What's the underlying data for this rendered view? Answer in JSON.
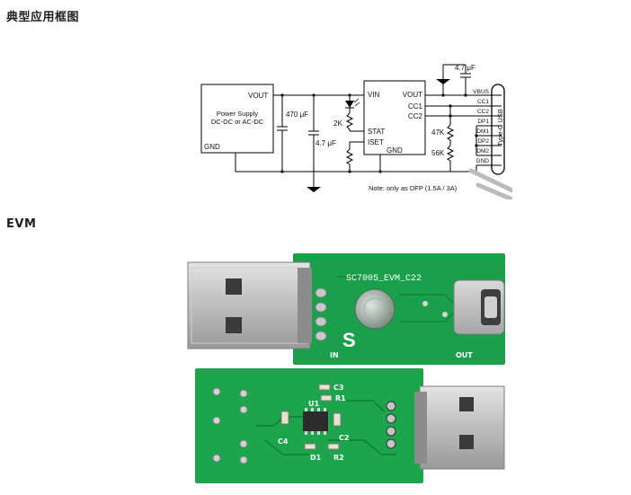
{
  "headings": {
    "block_diagram": "典型应用框图",
    "evm": "EVM"
  },
  "schematic": {
    "power_supply": {
      "line1": "Power Supply",
      "line2": "DC-DC or AC-DC",
      "vout": "VOUT",
      "gnd": "GND"
    },
    "ic": {
      "vin": "VIN",
      "vout": "VOUT",
      "cc1": "CC1",
      "cc2": "CC2",
      "stat": "STAT",
      "iset": "ISET",
      "gnd": "GND"
    },
    "components": {
      "c_in_bulk": "470 μF",
      "c_in": "4.7 μF",
      "c_out": "4.7 μF",
      "r_led": "2K",
      "r_cc1": "47K",
      "r_cc2": "56K"
    },
    "usb_pins": [
      "VBUS",
      "CC1",
      "CC2",
      "DP1",
      "DM1",
      "DP2",
      "DM2",
      "GND"
    ],
    "connector": "Type-C USB",
    "note": "Note: only as DFP (1.5A / 3A)"
  },
  "board": {
    "silkscreen_title": "SC7005_EVM_C22",
    "in_label": "IN",
    "out_label": "OUT",
    "refdes": [
      "C3",
      "R1",
      "U1",
      "C4",
      "C2",
      "D1",
      "R2"
    ]
  }
}
